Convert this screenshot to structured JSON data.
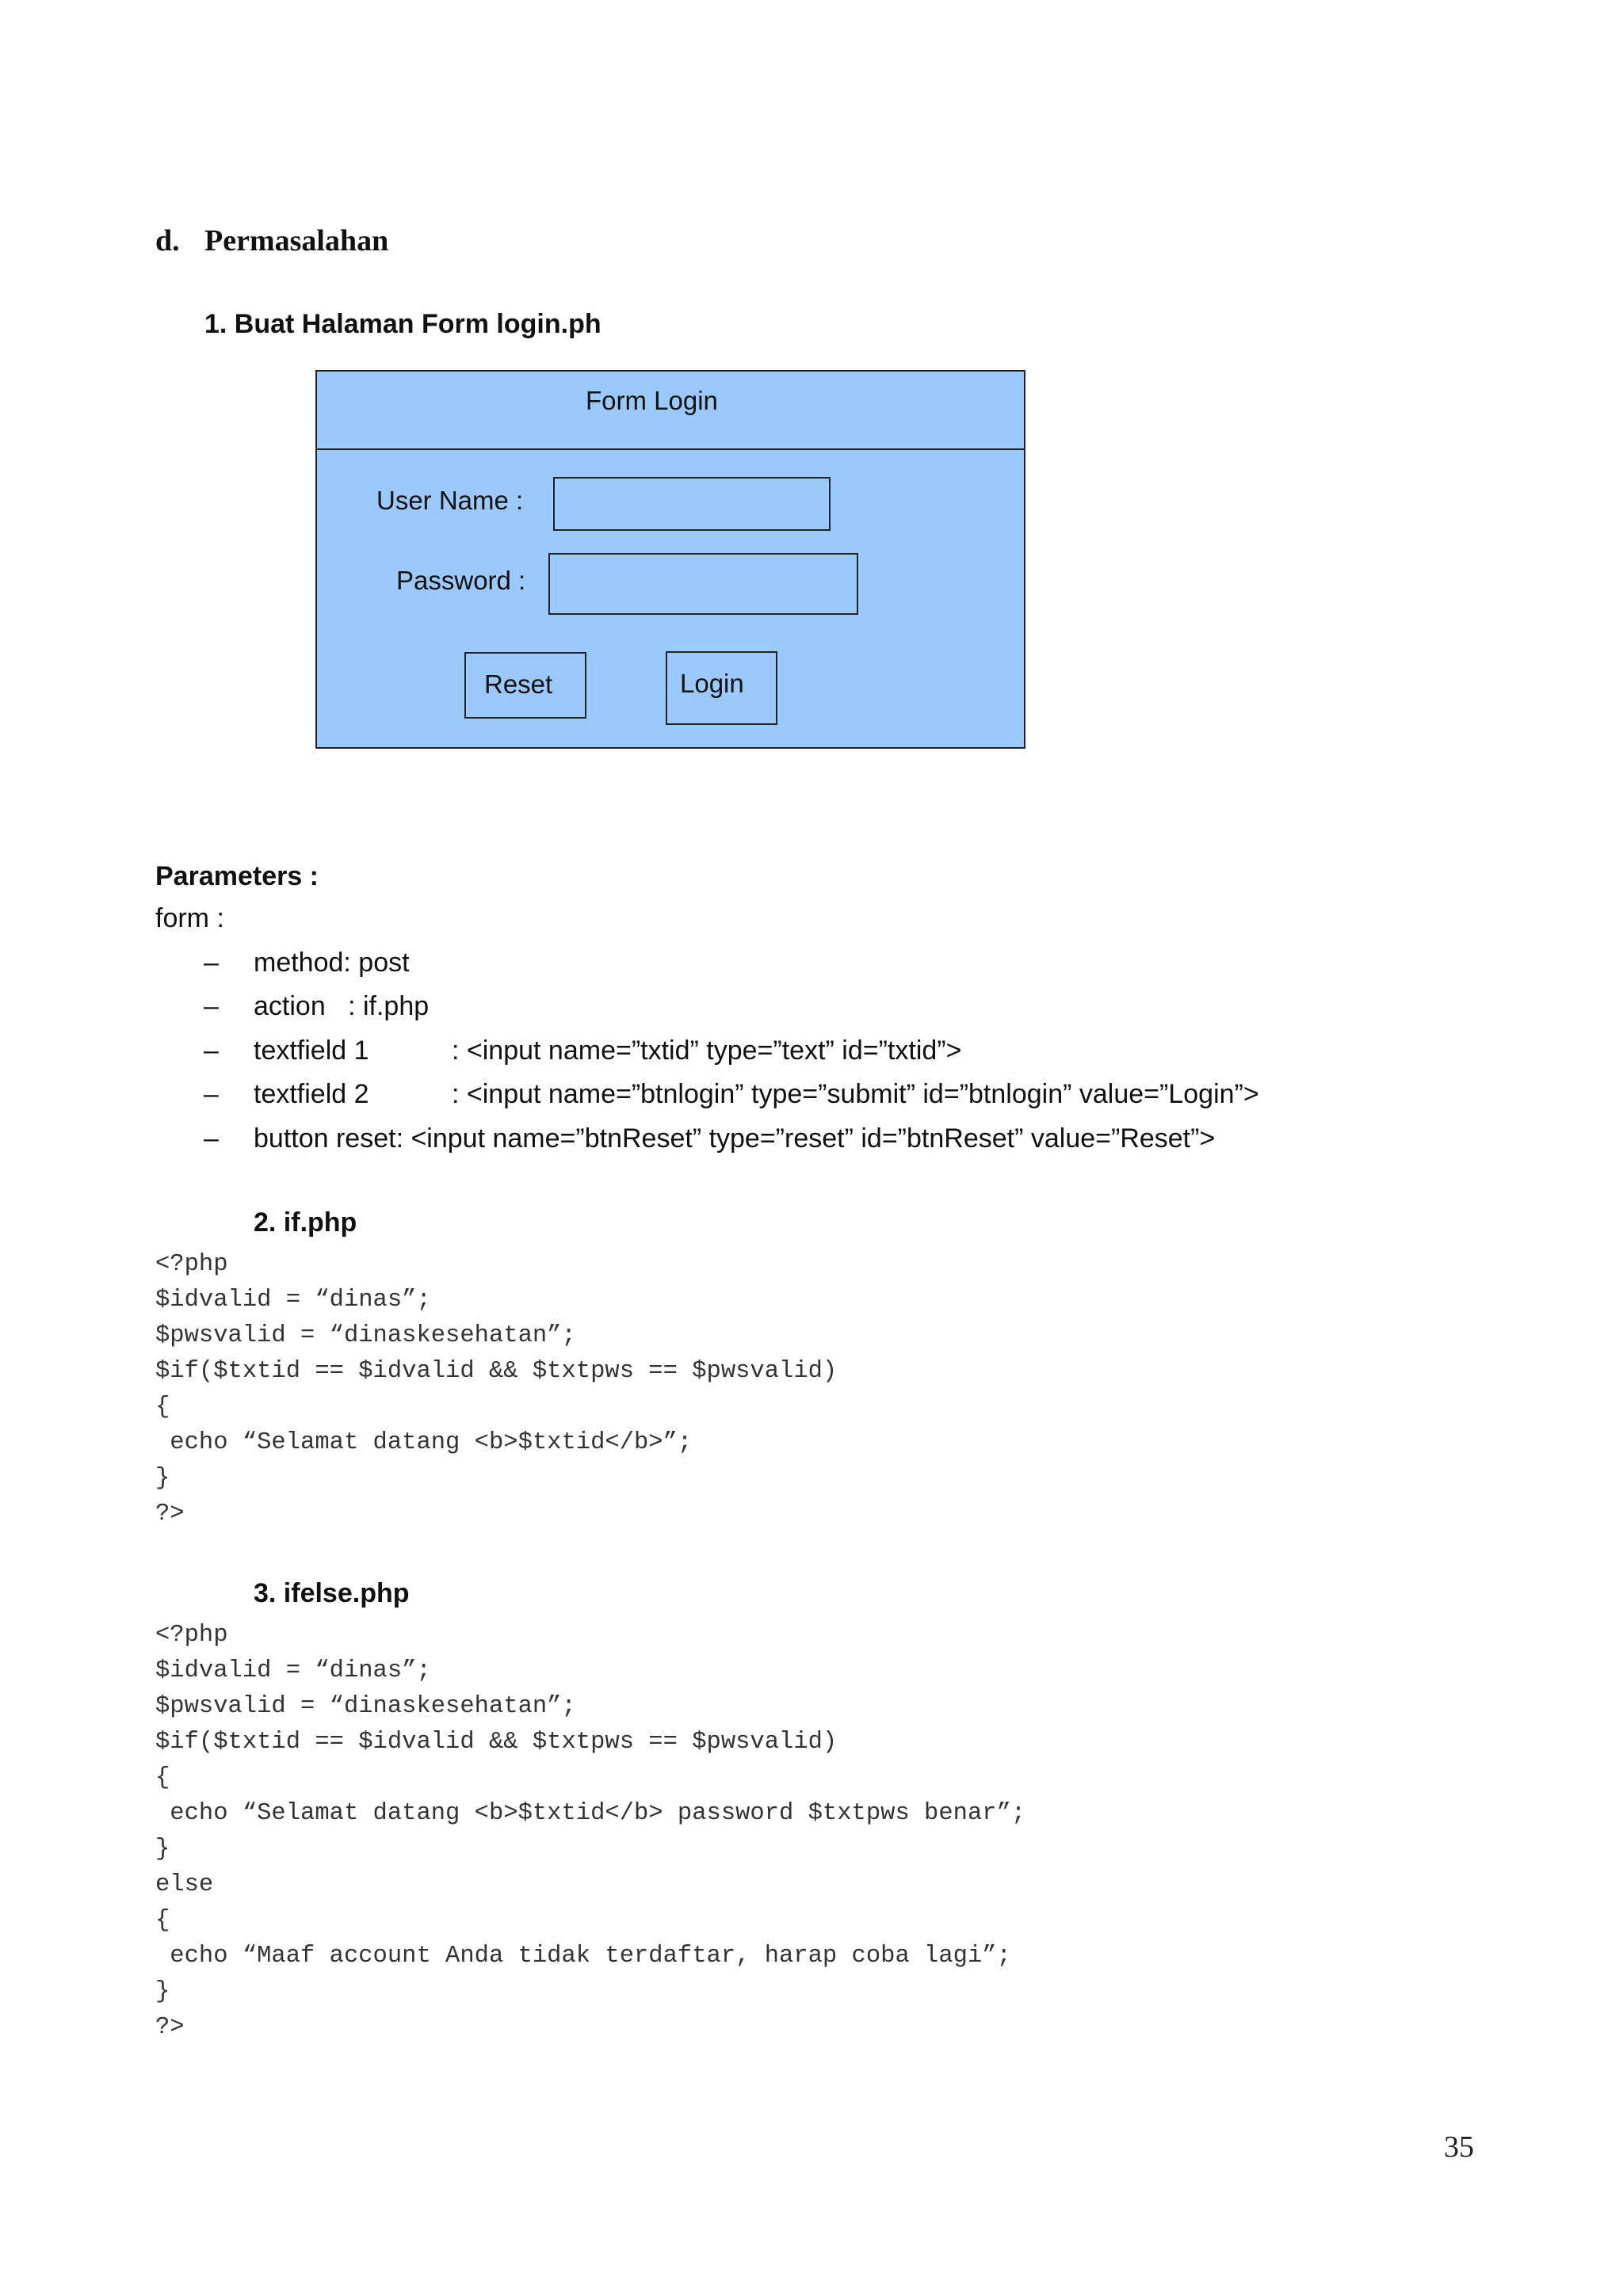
{
  "section": {
    "marker": "d.",
    "title": "Permasalahan"
  },
  "task1": {
    "heading": "1. Buat Halaman Form login.ph",
    "form_mockup": {
      "title": "Form Login",
      "username_label": "User Name :",
      "password_label": "Password :",
      "reset_label": "Reset",
      "login_label": "Login",
      "fill_color": "#9cc9fb"
    }
  },
  "parameters": {
    "heading": "Parameters :",
    "form_label": "form :",
    "bullet": "–",
    "items": [
      {
        "name": "method: post",
        "value": ""
      },
      {
        "name": "action   : if.php",
        "value": ""
      },
      {
        "name": "textfield 1",
        "value": ": <input name=”txtid” type=”text” id=”txtid”>"
      },
      {
        "name": "textfield 2",
        "value": ": <input name=”btnlogin” type=”submit” id=”btnlogin” value=”Login”>"
      },
      {
        "name": "button reset: <input name=”btnReset” type=”reset” id=”btnReset” value=”Reset”>",
        "value": ""
      }
    ]
  },
  "task2": {
    "heading": "2. if.php",
    "code": "<?php\n$idvalid = “dinas”;\n$pwsvalid = “dinaskesehatan”;\n$if($txtid == $idvalid && $txtpws == $pwsvalid)\n{\n echo “Selamat datang <b>$txtid</b>”;\n}\n?>"
  },
  "task3": {
    "heading": "3. ifelse.php",
    "code": "<?php\n$idvalid = “dinas”;\n$pwsvalid = “dinaskesehatan”;\n$if($txtid == $idvalid && $txtpws == $pwsvalid)\n{\n echo “Selamat datang <b>$txtid</b> password $txtpws benar”;\n}\nelse\n{\n echo “Maaf account Anda tidak terdaftar, harap coba lagi”;\n}\n?>"
  },
  "page_number": "35"
}
